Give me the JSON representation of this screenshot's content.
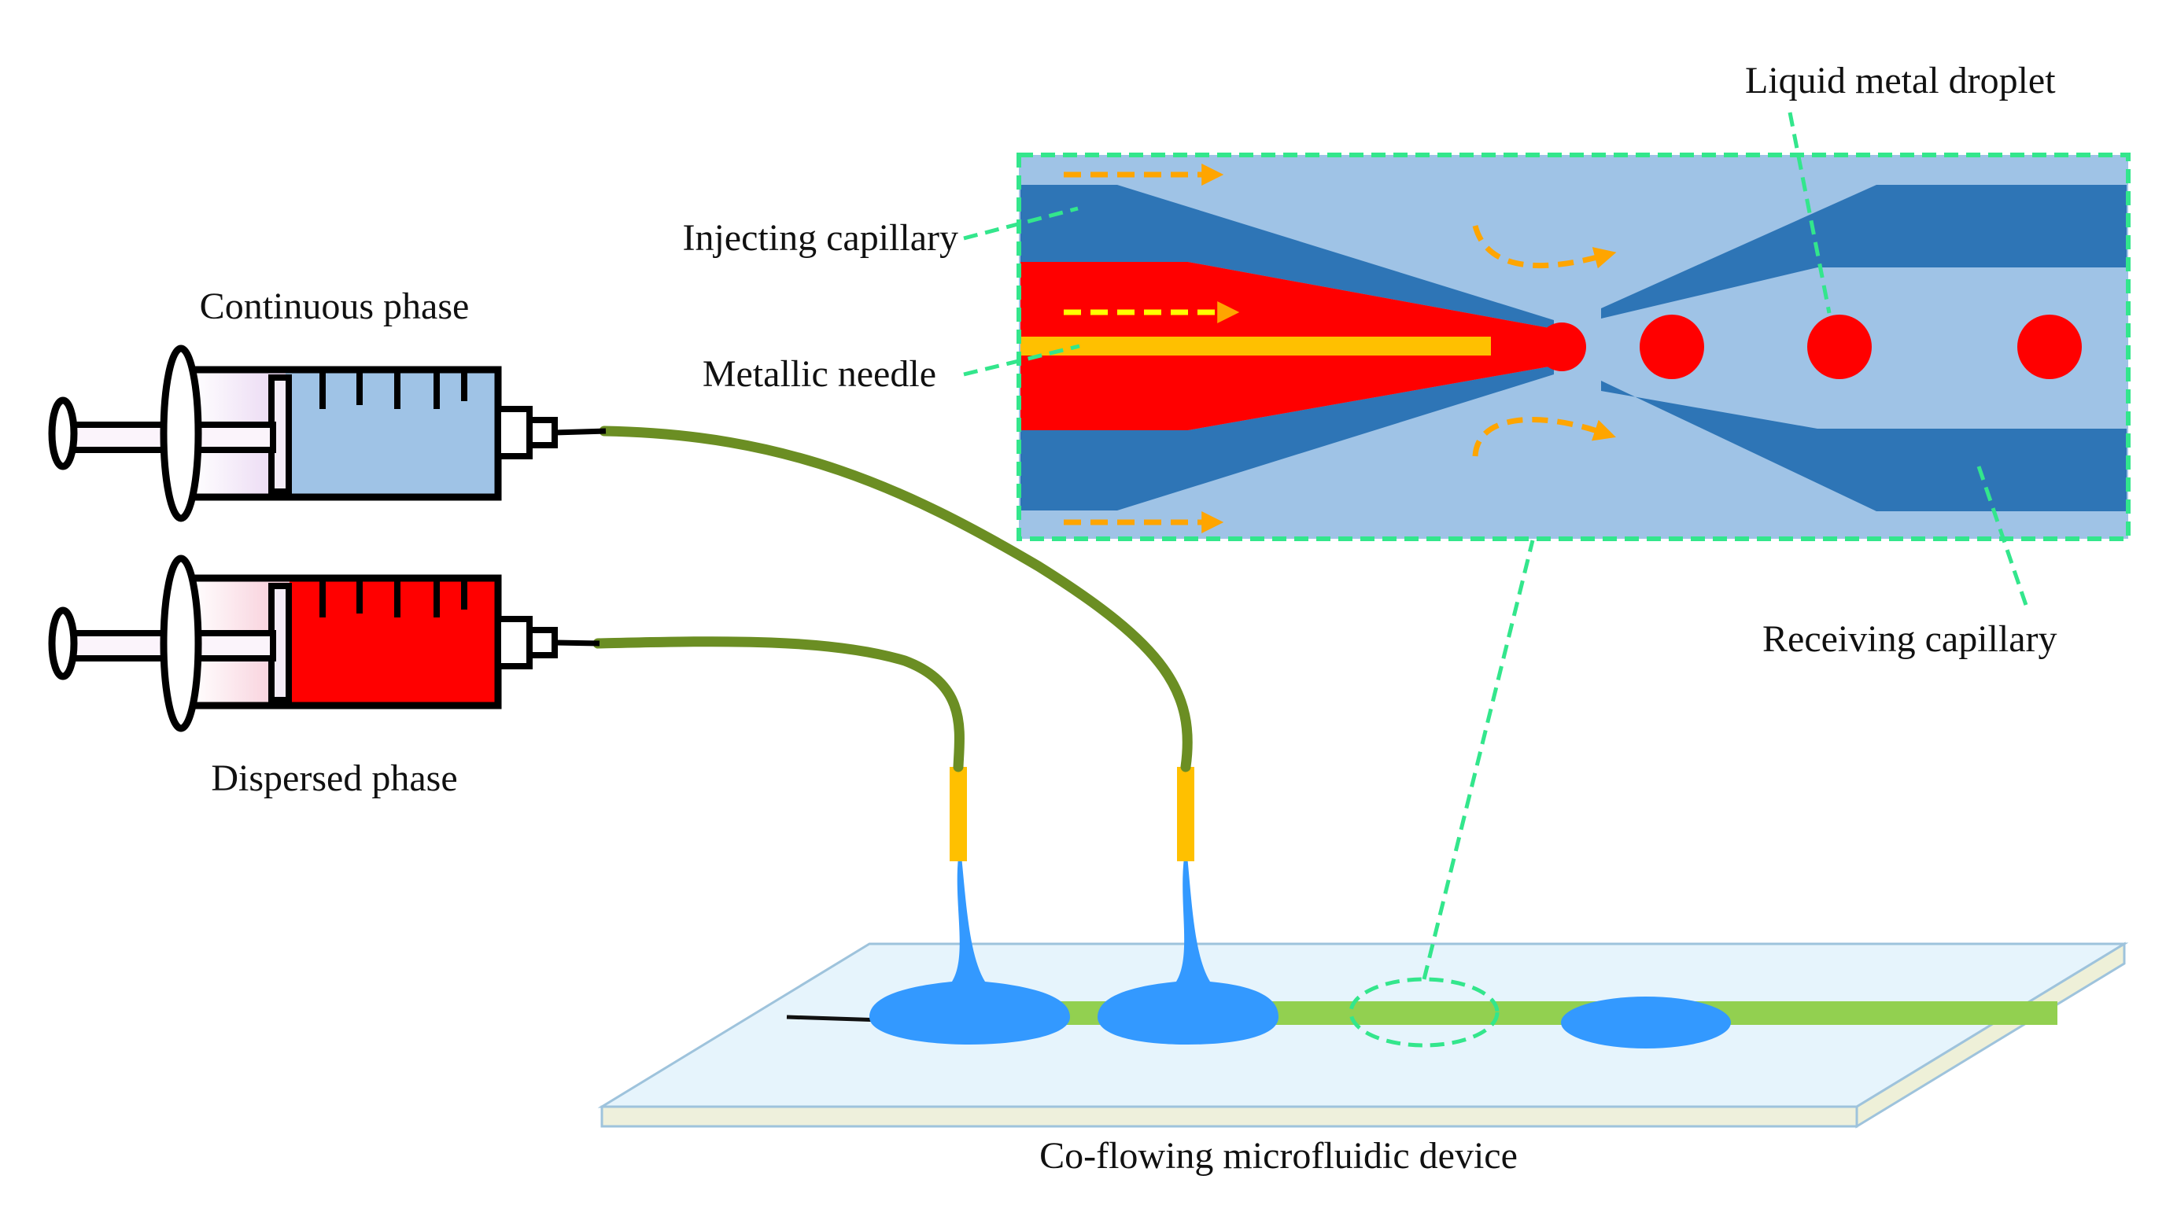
{
  "labels": {
    "continuous_phase": "Continuous phase",
    "dispersed_phase": "Dispersed phase",
    "injecting_capillary": "Injecting capillary",
    "metallic_needle": "Metallic needle",
    "liquid_metal_droplet": "Liquid metal droplet",
    "receiving_capillary": "Receiving capillary",
    "device": "Co-flowing microfluidic device"
  },
  "colors": {
    "continuous_fluid": "#9fc3e6",
    "capillary": "#2e75b6",
    "metal": "#ff0000",
    "needle": "#ffc000",
    "flow_arrow": "#ffa500",
    "tubing": "#6b8e23",
    "channel": "#92d050",
    "glue": "#3399ff",
    "slide_top": "#e6f4fc",
    "slide_edge": "#f0f0dc",
    "callout": "#33e68c"
  }
}
